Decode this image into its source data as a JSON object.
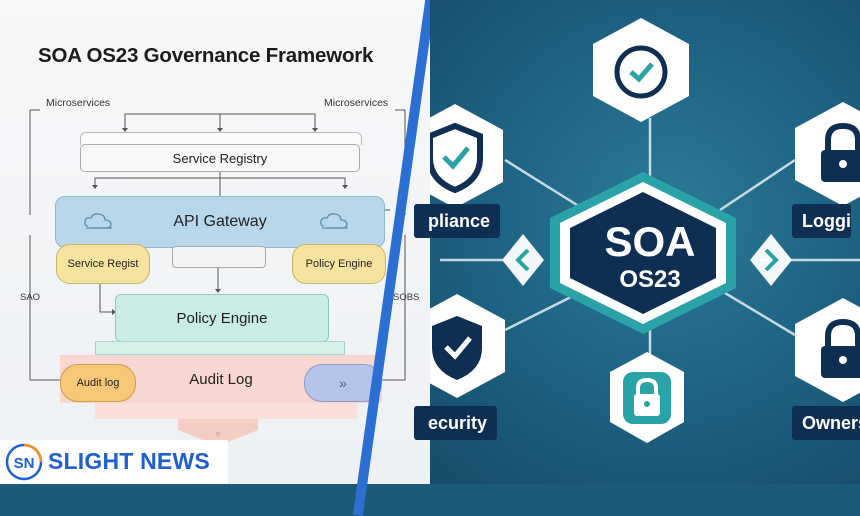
{
  "diagram": {
    "title": "SOA OS23 Governance Framework",
    "microservices_left": "Microservices",
    "microservices_right": "Microservices",
    "service_registry": "Service Registry",
    "api_gateway": "API Gateway",
    "service_regist": "Service Regist",
    "policy_engine_small": "Policy Engine",
    "policy_engine": "Policy Engine",
    "audit_log": "Audit Log",
    "audit_log_small": "Audit log",
    "arrow_glyph": "»",
    "sao": "SAO",
    "sobs": "SOBS"
  },
  "hub": {
    "line1": "SOA",
    "line2": "OS23",
    "compliance": "pliance",
    "logging": "Loggi",
    "security": "ecurity",
    "ownership": "Owners"
  },
  "brand": {
    "name": "SLIGHT NEWS",
    "monogram": "SN"
  },
  "colors": {
    "gateway": "#b9d7ea",
    "policy": "#c9ece6",
    "audit": "#f7d7cf",
    "pill_yellow": "#f6e3a0",
    "hub_navy": "#0e2f52",
    "hub_teal": "#2aa3a8",
    "brand_blue": "#1f5fd1"
  }
}
